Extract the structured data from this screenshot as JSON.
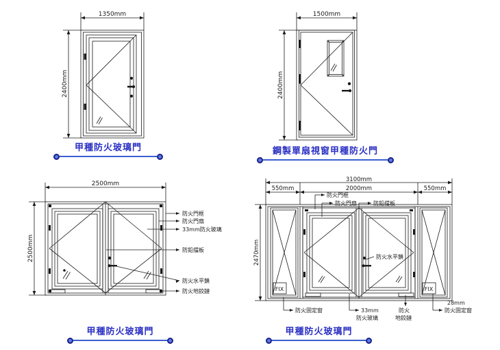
{
  "sheet": {
    "background": "#ffffff",
    "line_color": "#1a1a1a",
    "title_color": "#2b30c4",
    "rule_color": "#3a5fd0",
    "dot_outer_color": "#1a1f8c",
    "dot_inner_color": "#5b7fe0"
  },
  "drawings": [
    {
      "id": "single-glass-fire-door",
      "title": "甲種防火玻璃門",
      "dims": {
        "width": "1350mm",
        "height": "2400mm"
      },
      "callouts": []
    },
    {
      "id": "steel-single-leaf-vision-panel-fire-door",
      "title": "鋼製單扇視窗甲種防火門",
      "dims": {
        "width": "1500mm",
        "height": "2400mm"
      },
      "callouts": []
    },
    {
      "id": "double-leaf-glass-fire-door",
      "title": "甲種防火玻璃門",
      "dims": {
        "width": "2500mm",
        "height": "2500mm"
      },
      "callouts": [
        "防火門框",
        "防火門扇",
        "33mm防火玻璃",
        "防鉛擋板",
        "防火水平鎖",
        "防火地鉸鏈"
      ]
    },
    {
      "id": "double-leaf-with-fixed-side-lights",
      "title": "甲種防火玻璃門",
      "dims": {
        "total_width": "3100mm",
        "left_panel": "550mm",
        "center_doors": "2000mm",
        "right_panel": "550mm",
        "height": "2470mm"
      },
      "panel_label": "FIX",
      "callouts_top": [
        "防火門框",
        "防火門扇",
        "防鉛擋板"
      ],
      "callout_lock": "防火水平鎖",
      "callouts_bottom": [
        "防火固定窗",
        "33mm\n防火玻璃",
        "防火\n地鉸鏈",
        "28mm\n防火固定窗"
      ],
      "callouts_bottom_flat": {
        "fixed_left": "防火固定窗",
        "glass_thickness": "33mm",
        "glass_name": "防火玻璃",
        "hinge_line1": "防火",
        "hinge_line2": "地鉸鏈",
        "fixed_right_thickness": "28mm",
        "fixed_right_name": "防火固定窗"
      }
    }
  ]
}
